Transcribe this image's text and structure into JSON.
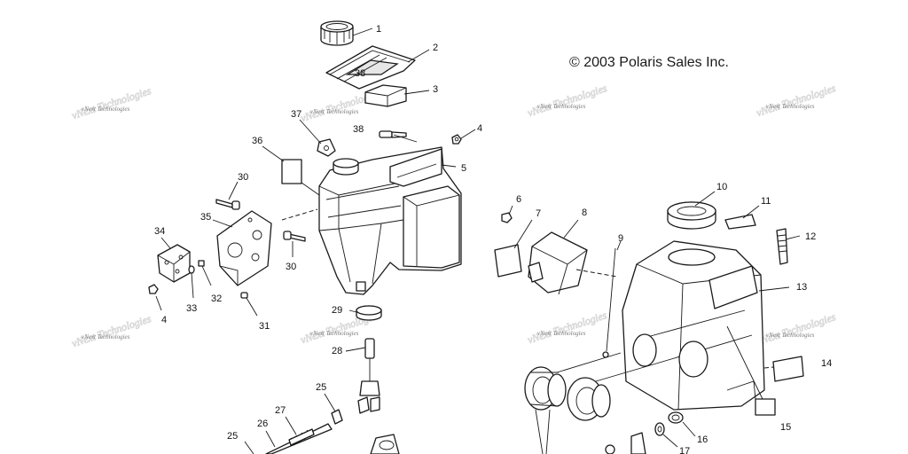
{
  "copyright": "© 2003 Polaris Sales Inc.",
  "watermark": "vNext Technologies",
  "callouts": [
    "1",
    "2",
    "3",
    "4",
    "5",
    "6",
    "7",
    "8",
    "9",
    "10",
    "11",
    "12",
    "13",
    "14",
    "15",
    "16",
    "17",
    "25",
    "25",
    "26",
    "27",
    "28",
    "29",
    "30",
    "30",
    "31",
    "32",
    "33",
    "34",
    "35",
    "36",
    "37",
    "38",
    "38",
    "4"
  ]
}
